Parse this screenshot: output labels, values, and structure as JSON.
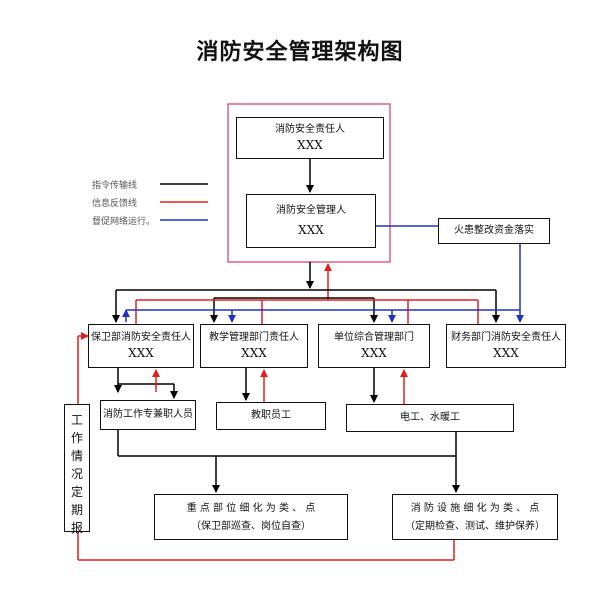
{
  "title": "消防安全管理架构图",
  "legend": [
    {
      "label": "指令传输线",
      "color": "#000000"
    },
    {
      "label": "信息反馈线",
      "color": "#e02020"
    },
    {
      "label": "督促网络运行。",
      "color": "#2030c0"
    }
  ],
  "colors": {
    "command": "#000000",
    "feedback": "#e02020",
    "supervise": "#2030c0",
    "frame": "#e06080"
  },
  "nodes": {
    "responsible": {
      "title": "消防安全责任人",
      "name": "XXX"
    },
    "manager": {
      "title": "消防安全管理人",
      "name": "XXX"
    },
    "hazard_fund": {
      "title": "火患整改资金落实"
    },
    "security_dept": {
      "title": "保卫部消防安全责任人",
      "name": "XXX"
    },
    "teaching_dept": {
      "title": "教学管理部门责任人",
      "name": "XXX"
    },
    "unit_admin": {
      "title": "单位综合管理部门",
      "name": "XXX"
    },
    "finance_dept": {
      "title": "财务部门消防安全责任人",
      "name": "XXX"
    },
    "fire_staff": {
      "title": "消防工作专兼职人员"
    },
    "teachers": {
      "title": "教职员工"
    },
    "electrician": {
      "title": "电工、水暖工"
    },
    "key_parts": {
      "title": "重 点 部 位 细 化 为 类 、 点",
      "note": "（保卫部巡查、岗位自查）"
    },
    "fire_facilities": {
      "title": "消 防 设 施 细 化 为 类 、 点",
      "note": "（定期检查、测试、维护保养）"
    },
    "report": {
      "chars": [
        "工",
        "作",
        "情",
        "况",
        "定",
        "期",
        "报"
      ]
    }
  }
}
